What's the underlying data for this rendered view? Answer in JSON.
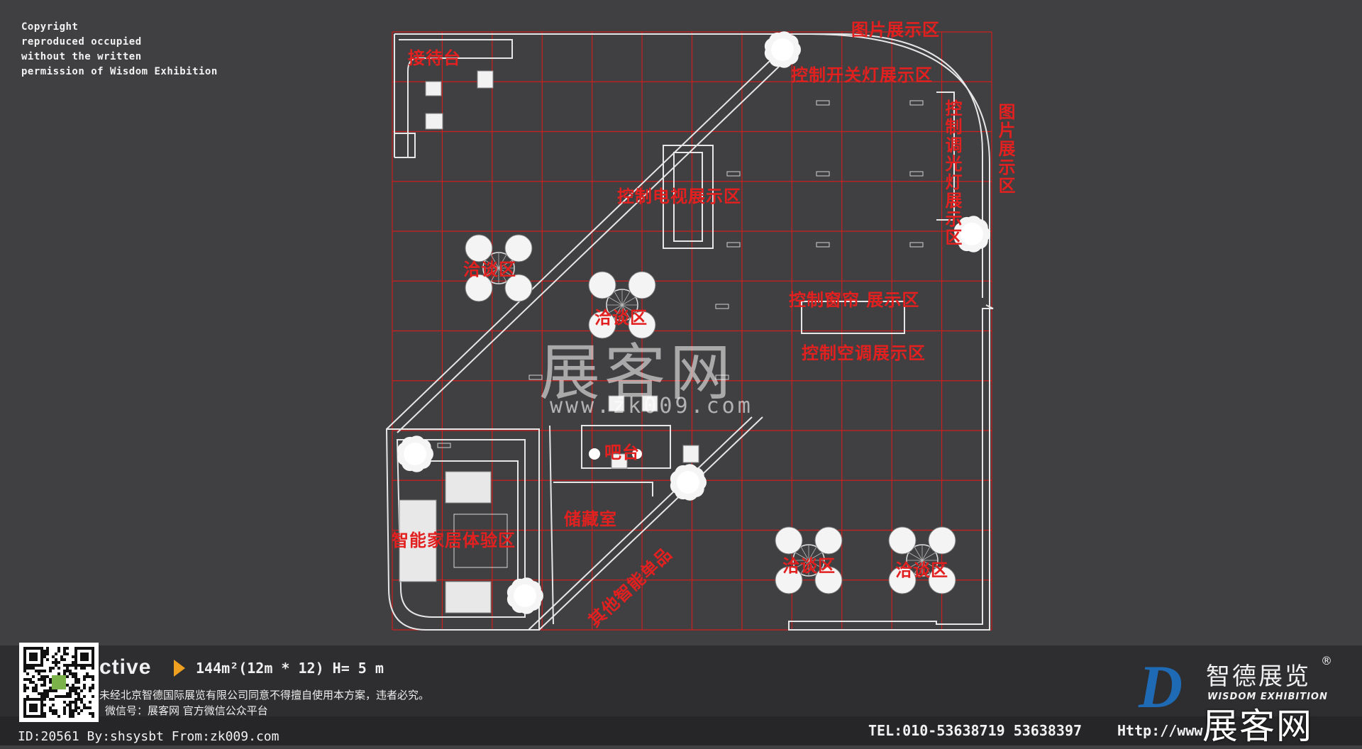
{
  "copyright": {
    "lines": [
      "Copyright",
      "reproduced occupied",
      "without the written",
      "permission of Wisdom Exhibition"
    ]
  },
  "plan": {
    "labels": {
      "reception": "接待台",
      "picture_top": "图片展示区",
      "switch_light": "控制开关灯展示区",
      "picture_right": "图片展示区",
      "dimming": "控制调光灯展示区",
      "tv": "控制电视展示区",
      "nego_left": "洽谈区",
      "nego_center": "洽谈区",
      "curtain": "控制窗帘 展示区",
      "aircon": "控制空调展示区",
      "bar": "吧台",
      "storage": "储藏室",
      "smart_home": "智能家居体验区",
      "other_products": "其他智能单品",
      "nego_bottom_left": "洽谈区",
      "nego_bottom_right": "洽谈区"
    },
    "icons": [
      "tree-icon",
      "chair-icon",
      "round-table-icon",
      "spotlight-icon"
    ],
    "grid_color": "#cc1f1f",
    "label_color": "#e32020"
  },
  "watermark": {
    "cn": "展客网",
    "url": "www.zk009.com"
  },
  "footer": {
    "perspective": "ctive",
    "spec": "144m²(12m  *  12) H= 5  m",
    "notice": "未经北京智德国际展览有限公司同意不得擅自使用本方案，违者必究。",
    "wechat": "微信号：展客网   官方微信公众平台",
    "tel": "TEL:010-53638719   53638397",
    "site": "Http://www",
    "id_line": "ID:20561 By:shsysbt From:zk009.com",
    "brand_cn": "智德展览",
    "brand_reg": "®",
    "brand_en": "WISDOM EXHIBITION",
    "logo_letter": "D",
    "corner_logo": "展客网",
    "accent": "#1e6ab5",
    "arrow_color": "#f0a020"
  }
}
